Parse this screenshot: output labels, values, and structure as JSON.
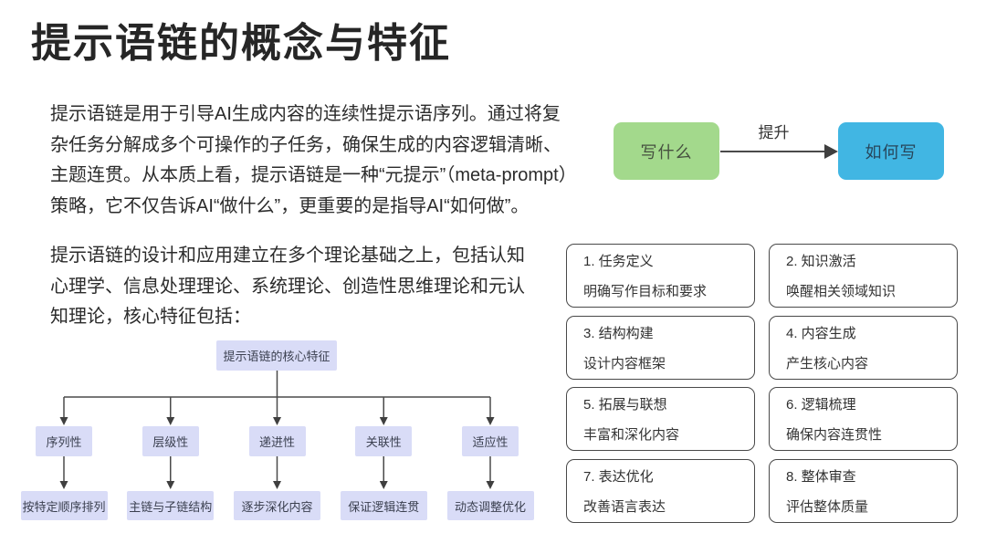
{
  "slide": {
    "title": "提示语链的概念与特征",
    "paragraph1": "提示语链是用于引导AI生成内容的连续性提示语序列。通过将复\n杂任务分解成多个可操作的子任务，确保生成的内容逻辑清晰、\n主题连贯。从本质上看，提示语链是一种“元提示”（meta-prompt）\n策略，它不仅告诉AI“做什么”，更重要的是指导AI“如何做”。",
    "paragraph2": "提示语链的设计和应用建立在多个理论基础之上，包括认知\n心理学、信息处理理论、系统理论、创造性思维理论和元认\n知理论，核心特征包括："
  },
  "flow_diagram": {
    "source": {
      "label": "写什么",
      "color": "#a3d98c"
    },
    "target": {
      "label": "如何写",
      "color": "#41b6e3"
    },
    "arrow_label": "提升",
    "arrow_color": "#3f3f3f"
  },
  "feature_tree": {
    "root": "提示语链的核心特征",
    "box_color": "#d9dcf7",
    "line_color": "#4a4a4a",
    "branches": [
      {
        "feature": "序列性",
        "description": "按特定顺序排列"
      },
      {
        "feature": "层级性",
        "description": "主链与子链结构"
      },
      {
        "feature": "递进性",
        "description": "逐步深化内容"
      },
      {
        "feature": "关联性",
        "description": "保证逻辑连贯"
      },
      {
        "feature": "适应性",
        "description": "动态调整优化"
      }
    ]
  },
  "steps": [
    {
      "title": "1. 任务定义",
      "description": "明确写作目标和要求"
    },
    {
      "title": "2. 知识激活",
      "description": "唤醒相关领域知识"
    },
    {
      "title": "3. 结构构建",
      "description": "设计内容框架"
    },
    {
      "title": "4. 内容生成",
      "description": "产生核心内容"
    },
    {
      "title": "5. 拓展与联想",
      "description": "丰富和深化内容"
    },
    {
      "title": "6. 逻辑梳理",
      "description": "确保内容连贯性"
    },
    {
      "title": "7. 表达优化",
      "description": "改善语言表达"
    },
    {
      "title": "8. 整体审查",
      "description": "评估整体质量"
    }
  ]
}
